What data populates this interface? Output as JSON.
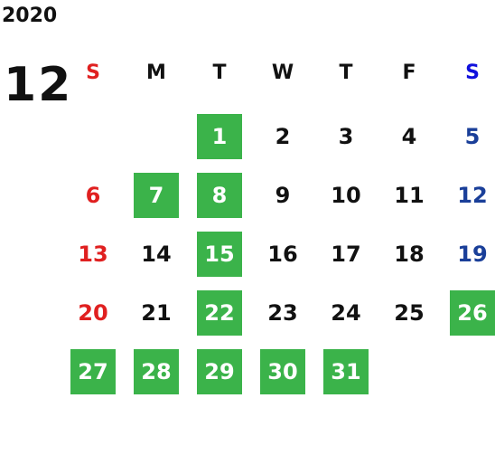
{
  "header": {
    "year": "2020",
    "month": "12"
  },
  "weekdays": [
    "S",
    "M",
    "T",
    "W",
    "T",
    "F",
    "S"
  ],
  "colors": {
    "highlight": "#3bb34a",
    "sunday": "#e02020",
    "saturday_header": "#1010dd",
    "saturday": "#1a3f99",
    "text": "#111111"
  },
  "weeks": [
    [
      null,
      null,
      {
        "d": "1",
        "hl": true
      },
      {
        "d": "2"
      },
      {
        "d": "3"
      },
      {
        "d": "4"
      },
      {
        "d": "5"
      }
    ],
    [
      {
        "d": "6"
      },
      {
        "d": "7",
        "hl": true
      },
      {
        "d": "8",
        "hl": true
      },
      {
        "d": "9"
      },
      {
        "d": "10"
      },
      {
        "d": "11"
      },
      {
        "d": "12"
      }
    ],
    [
      {
        "d": "13"
      },
      {
        "d": "14"
      },
      {
        "d": "15",
        "hl": true
      },
      {
        "d": "16"
      },
      {
        "d": "17"
      },
      {
        "d": "18"
      },
      {
        "d": "19"
      }
    ],
    [
      {
        "d": "20"
      },
      {
        "d": "21"
      },
      {
        "d": "22",
        "hl": true
      },
      {
        "d": "23"
      },
      {
        "d": "24"
      },
      {
        "d": "25"
      },
      {
        "d": "26",
        "hl": true
      }
    ],
    [
      {
        "d": "27",
        "hl": true
      },
      {
        "d": "28",
        "hl": true
      },
      {
        "d": "29",
        "hl": true
      },
      {
        "d": "30",
        "hl": true
      },
      {
        "d": "31",
        "hl": true
      },
      null,
      null
    ]
  ]
}
